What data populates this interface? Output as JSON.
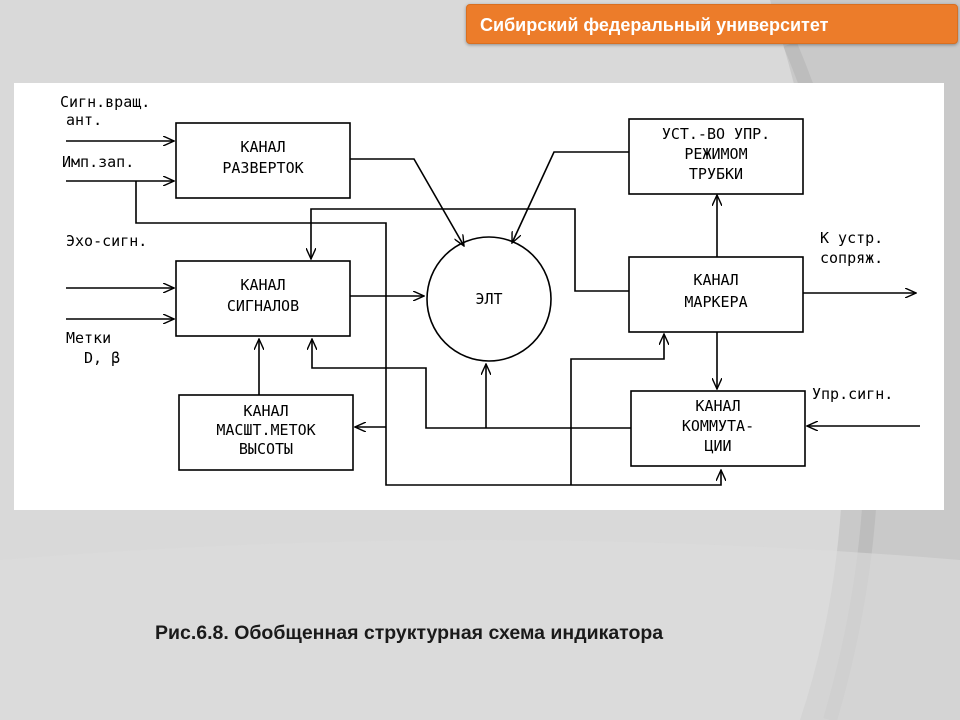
{
  "header": {
    "university": "Сибирский федеральный университет"
  },
  "colors": {
    "banner": "#ec7c2a",
    "background": "#d9d9d9",
    "panel": "#ffffff"
  },
  "caption": "Рис.6.8. Обобщенная структурная схема индикатора",
  "diagram": {
    "blocks": {
      "razvertok": [
        "КАНАЛ",
        "РАЗВЕРТОК"
      ],
      "signalov": [
        "КАНАЛ",
        "СИГНАЛОВ"
      ],
      "masht": [
        "КАНАЛ",
        "МАСШТ.МЕТОК",
        "ВЫСОТЫ"
      ],
      "crt": "ЭЛТ",
      "tube": [
        "УСТ.-ВО УПР.",
        "РЕЖИМОМ",
        "ТРУБКИ"
      ],
      "marker": [
        "КАНАЛ",
        "МАРКЕРА"
      ],
      "kommut": [
        "КАНАЛ",
        "КОММУТА-",
        "ЦИИ"
      ]
    },
    "inputs": {
      "sign_vrash": [
        "Сигн.вращ.",
        "ант."
      ],
      "imp_zap": "Имп.зап.",
      "exo": "Эхо-сигн.",
      "metki": [
        "Метки",
        "D, β"
      ],
      "upr": "Упр.сигн."
    },
    "outputs": {
      "k_ustr": [
        "К устр.",
        "сопряж."
      ]
    }
  }
}
